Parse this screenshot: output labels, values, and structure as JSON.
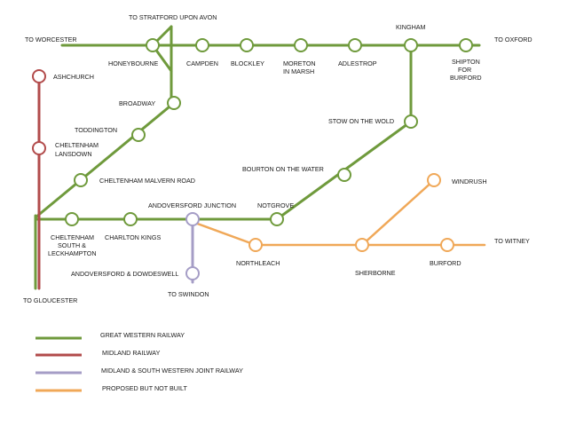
{
  "colors": {
    "gwr": "#6f9a3c",
    "midland": "#b24b4b",
    "msw": "#a59dc6",
    "proposed": "#f0a858",
    "background": "#ffffff"
  },
  "stations": {
    "honeybourne": "HONEYBOURNE",
    "campden": "CAMPDEN",
    "blockley": "BLOCKLEY",
    "moreton_1": "MORETON",
    "moreton_2": "IN MARSH",
    "adlestrop": "ADLESTROP",
    "kingham": "KINGHAM",
    "shipton_1": "SHIPTON",
    "shipton_2": "FOR",
    "shipton_3": "BURFORD",
    "ashchurch": "ASHCHURCH",
    "broadway": "BROADWAY",
    "toddington": "TODDINGTON",
    "cheltenham_lansdown_1": "CHELTENHAM",
    "cheltenham_lansdown_2": "LANSDOWN",
    "cheltenham_malvern": "CHELTENHAM MALVERN ROAD",
    "stow": "STOW ON THE WOLD",
    "bourton": "BOURTON ON THE WATER",
    "windrush": "WINDRUSH",
    "andoversford_junction": "ANDOVERSFORD JUNCTION",
    "notgrove": "NOTGROVE",
    "cheltenham_south_1": "CHELTENHAM",
    "cheltenham_south_2": "SOUTH &",
    "cheltenham_south_3": "LECKHAMPTON",
    "charlton_kings": "CHARLTON KINGS",
    "northleach": "NORTHLEACH",
    "sherborne": "SHERBORNE",
    "burford": "BURFORD",
    "andoversford_dowdeswell": "ANDOVERSFORD & DOWDESWELL"
  },
  "directions": {
    "to_stratford": "TO STRATFORD UPON AVON",
    "to_worcester": "TO WORCESTER",
    "to_oxford": "TO OXFORD",
    "to_witney": "TO WITNEY",
    "to_swindon": "TO SWINDON",
    "to_gloucester": "TO GLOUCESTER"
  },
  "legend": {
    "gwr": "GREAT WESTERN RAILWAY",
    "midland": "MIDLAND RAILWAY",
    "msw": "MIDLAND & SOUTH WESTERN JOINT RAILWAY",
    "proposed": "PROPOSED BUT NOT BUILT"
  }
}
